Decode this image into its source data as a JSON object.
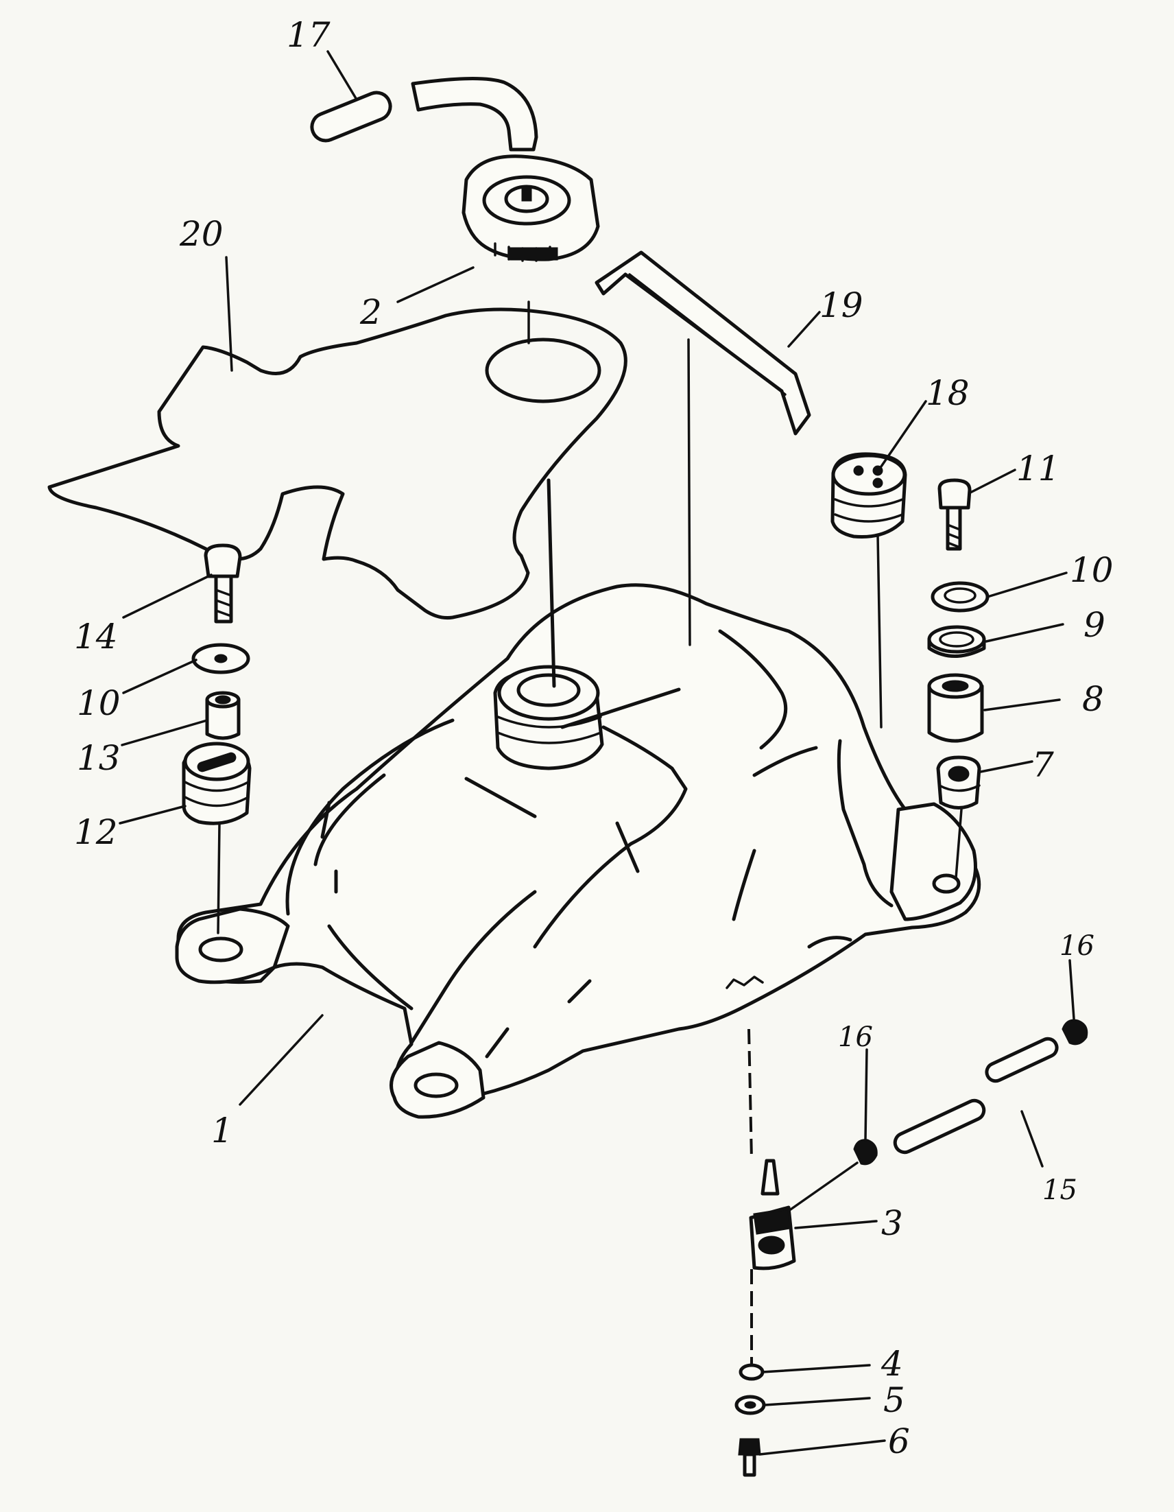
{
  "diagram": {
    "callouts": {
      "c1": "1",
      "c2": "2",
      "c3": "3",
      "c4": "4",
      "c5": "5",
      "c6": "6",
      "c7": "7",
      "c8": "8",
      "c9": "9",
      "c10a": "10",
      "c10b": "10",
      "c11": "11",
      "c12": "12",
      "c13": "13",
      "c14": "14",
      "c15": "15",
      "c16a": "16",
      "c16b": "16",
      "c17": "17",
      "c18": "18",
      "c19": "19",
      "c20": "20"
    }
  }
}
